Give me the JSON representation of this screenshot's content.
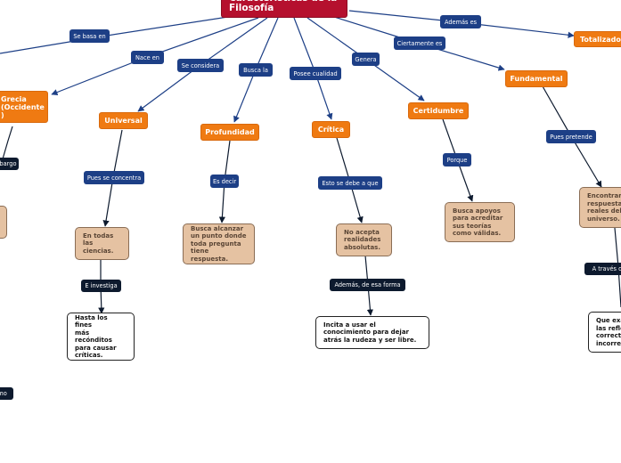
{
  "root": {
    "title": "Características de la\nFilosofía"
  },
  "nodes": {
    "grecia": "Grecia\n(Occidente\n)",
    "universal": "Universal",
    "profundidad": "Profundidad",
    "critica": "Crítica",
    "certidumbre": "Certidumbre",
    "fundamental": "Fundamental",
    "totalizadora": "Totalizador",
    "en_todas": "En todas\nlas\nciencias.",
    "busca_alcanzar": "Busca alcanzar\nun punto donde\ntoda pregunta\ntiene respuesta.",
    "no_acepta": "No acepta\nrealidades\nabsolutas.",
    "busca_apoyos": "Busca apoyos\npara acreditar\nsus teorías\ncomo válidas.",
    "encontrar": "Encontrar\nrespuesta\nreales del\nuniverso.",
    "hasta_los_fines": "Hasta los fines\nmás\nrecónditos\npara causar\ncríticas.",
    "incita": "Incita a usar el\nconocimiento para dejar\natrás la rudeza y ser libre.",
    "que_exa": "Que exa\nlas refle\ncorrect\nincorrec"
  },
  "links": {
    "se_basa_en": "Se basa en",
    "nace_en": "Nace en",
    "se_considera": "Se considera",
    "busca_la": "Busca la",
    "posee_cualidad": "Posee cualidad",
    "genera": "Genera",
    "ciertamente_es": "Ciertamente es",
    "ademas_es": "Además es",
    "pues_se_concentra": "Pues se concentra",
    "es_decir": "Es decir",
    "esto_se_debe": "Esto se debe a que",
    "porque": "Porque",
    "pues_pretende": "Pues pretende",
    "barbargo": "barbargo",
    "e_investiga": "E investiga",
    "ademas_de_esa_forma": "Además, de esa forma",
    "a_traves_de": "A través de",
    "mo": "mo"
  },
  "colors": {
    "root": "#b5102e",
    "concept": "#ef7a12",
    "link": "#1d3f86",
    "link_dark": "#0d1a2e",
    "detail": "#e5c2a2",
    "line": "#1d3f86"
  }
}
